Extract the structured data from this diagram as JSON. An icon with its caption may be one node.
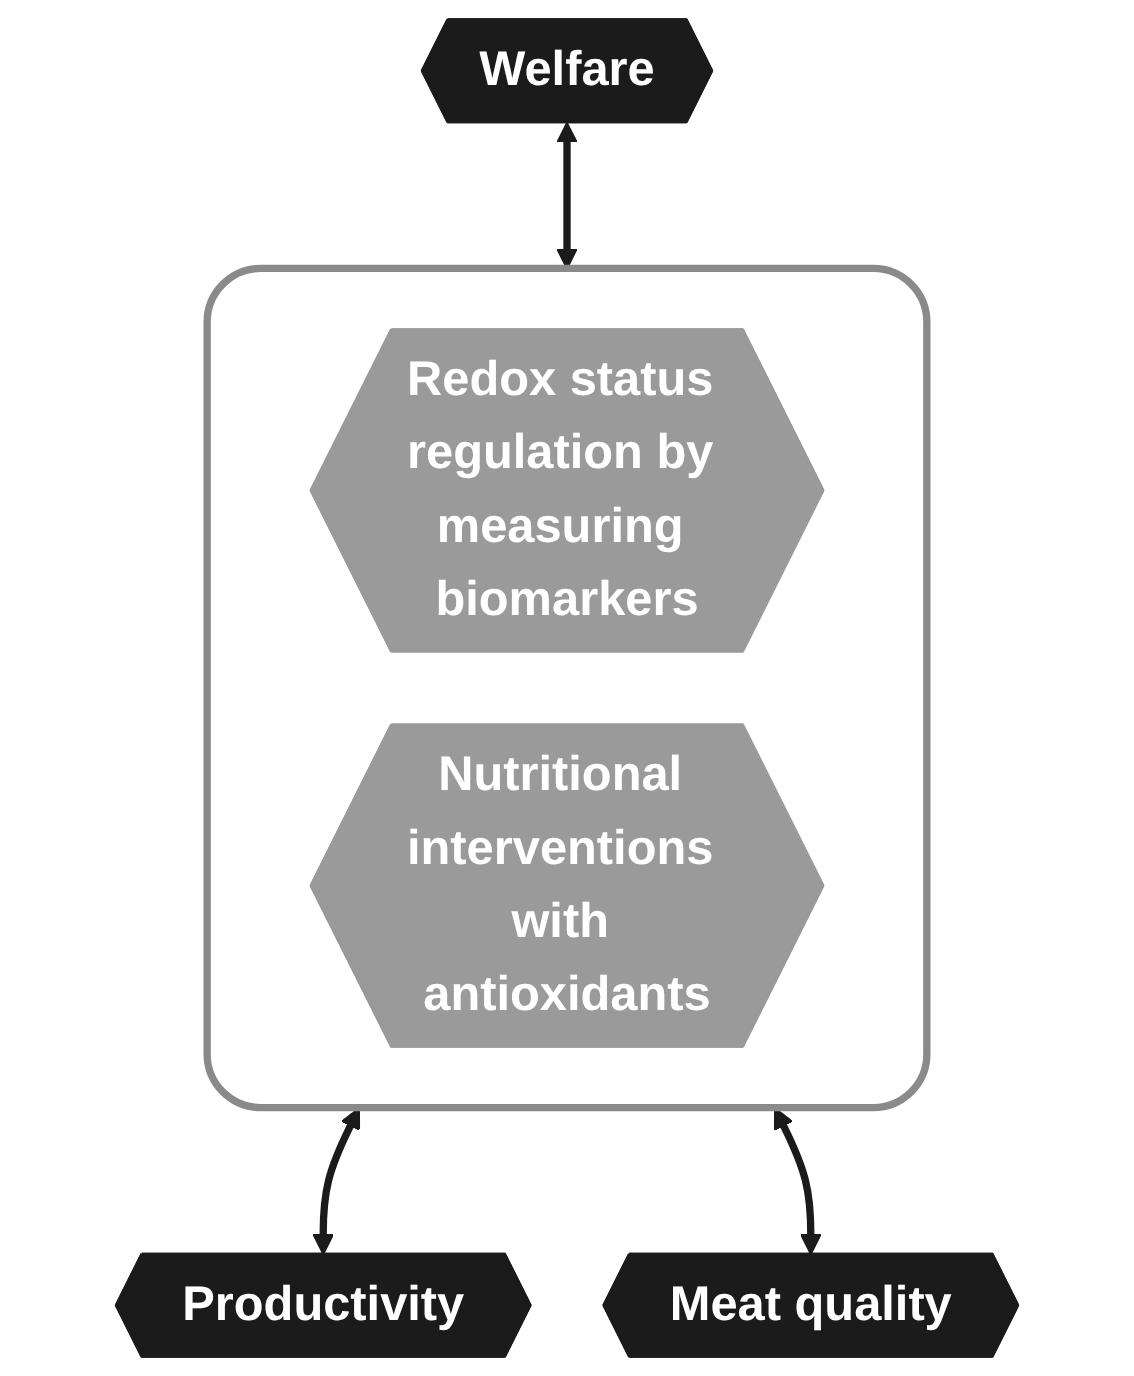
{
  "diagram": {
    "nodes": [
      {
        "text": [
          "Welfare"
        ]
      },
      {
        "text": [],
        "shape": "box"
      },
      {
        "text": [
          "Redox status regulation by measuring biomarkers"
        ],
        "in": 1
      },
      {
        "text": [
          "Nutritional interventions with antioxidants"
        ],
        "in": 1
      },
      {
        "text": [
          "Productivity"
        ]
      },
      {
        "text": [
          "Meat quality"
        ]
      }
    ],
    "edges": [
      {
        "from": 0,
        "to": 1,
        "arrow": "both"
      },
      {
        "from": 1,
        "to": 4,
        "arrow": "both"
      },
      {
        "from": 1,
        "to": 5,
        "arrow": "both"
      }
    ]
  }
}
